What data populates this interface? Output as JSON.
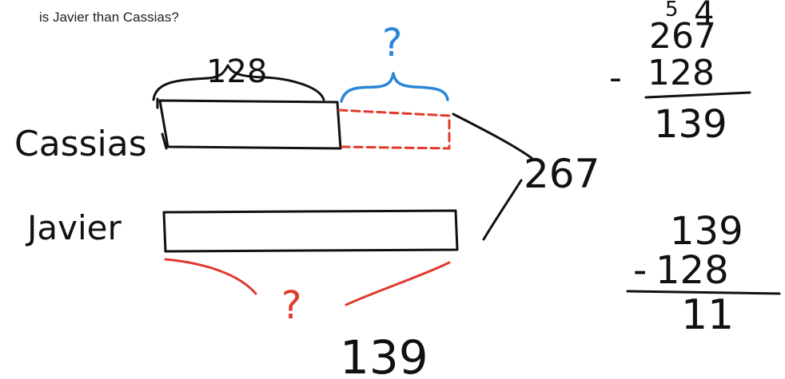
{
  "prompt_text": "is Javier than Cassias?",
  "colors": {
    "ink": "#111111",
    "red": "#e03a2c",
    "blue": "#2a86d6"
  },
  "bar_model": {
    "cassias_label": "Cassias",
    "javier_label": "Javier",
    "cassias_length_label": "128",
    "unknown_difference_label": "?",
    "javier_unknown_label": "?",
    "javier_value_label": "139",
    "total_label": "267"
  },
  "subtraction_1": {
    "regroup_tens": "5",
    "regroup_ones": "4",
    "minuend": "267",
    "operator": "-",
    "subtrahend": "128",
    "result": "139"
  },
  "subtraction_2": {
    "minuend": "139",
    "operator": "-",
    "subtrahend": "128",
    "result": "11"
  }
}
